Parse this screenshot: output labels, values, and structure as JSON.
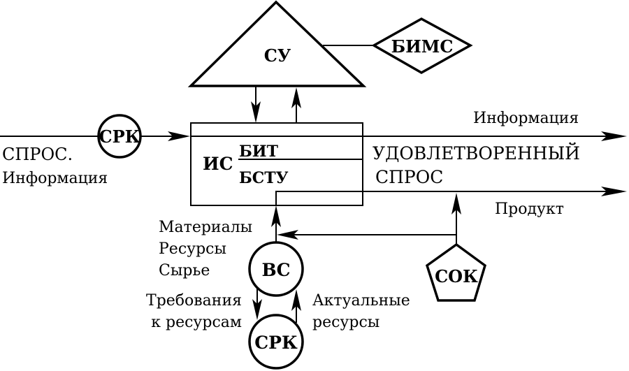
{
  "diagram": {
    "nodes": {
      "su": {
        "label": "СУ",
        "shape": "triangle"
      },
      "bims": {
        "label": "БИМС",
        "shape": "diamond"
      },
      "srk_input": {
        "label": "СРК",
        "shape": "circle"
      },
      "is": {
        "label": "ИС",
        "shape": "rectangle"
      },
      "bit": {
        "label": "БИТ"
      },
      "bstu": {
        "label": "БСТУ"
      },
      "vs": {
        "label": "ВС",
        "shape": "circle"
      },
      "srk_bottom": {
        "label": "СРК",
        "shape": "circle"
      },
      "sok": {
        "label": "СОК",
        "shape": "pentagon"
      }
    },
    "labels": {
      "demand_line1": "СПРОС.",
      "demand_line2": "Информация",
      "output_information": "Информация",
      "satisfied_line1": "УДОВЛЕТВОРЕННЫЙ",
      "satisfied_line2": "СПРОС",
      "product": "Продукт",
      "materials": "Материалы",
      "resources": "Ресурсы",
      "raw": "Сырье",
      "requirements_line1": "Требования",
      "requirements_line2": "к ресурсам",
      "actual_line1": "Актуальные",
      "actual_line2": "ресурсы"
    },
    "edges": [
      {
        "from": "input",
        "to": "srk_input"
      },
      {
        "from": "srk_input",
        "to": "is"
      },
      {
        "from": "su",
        "to": "is"
      },
      {
        "from": "is",
        "to": "su"
      },
      {
        "from": "su",
        "to": "bims"
      },
      {
        "from": "is",
        "to": "output_information"
      },
      {
        "from": "is",
        "to": "output_product"
      },
      {
        "from": "vs",
        "to": "is"
      },
      {
        "from": "sok",
        "to": "output_product"
      },
      {
        "from": "sok",
        "to": "vs"
      },
      {
        "from": "vs",
        "to": "srk_bottom"
      },
      {
        "from": "srk_bottom",
        "to": "vs"
      }
    ],
    "colors": {
      "stroke": "#000000",
      "background": "#ffffff"
    }
  }
}
